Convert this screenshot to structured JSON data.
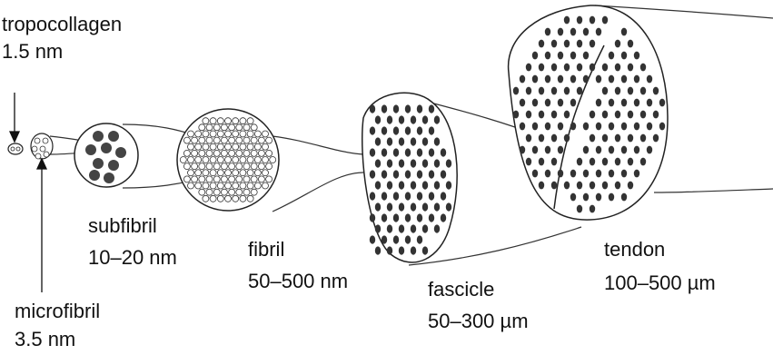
{
  "colors": {
    "ink": "#222222",
    "dot": "#3a3a3a",
    "line": "#333333",
    "bg": "#ffffff"
  },
  "labels": {
    "tropocollagen": {
      "name": "tropocollagen",
      "size": "1.5 nm"
    },
    "microfibril": {
      "name": "microfibril",
      "size": "3.5 nm"
    },
    "subfibril": {
      "name": "subfibril",
      "size": "10–20 nm"
    },
    "fibril": {
      "name": "fibril",
      "size": "50–500 nm"
    },
    "fascicle": {
      "name": "fascicle",
      "size": "50–300 µm"
    },
    "tendon": {
      "name": "tendon",
      "size": "100–500 µm"
    }
  }
}
